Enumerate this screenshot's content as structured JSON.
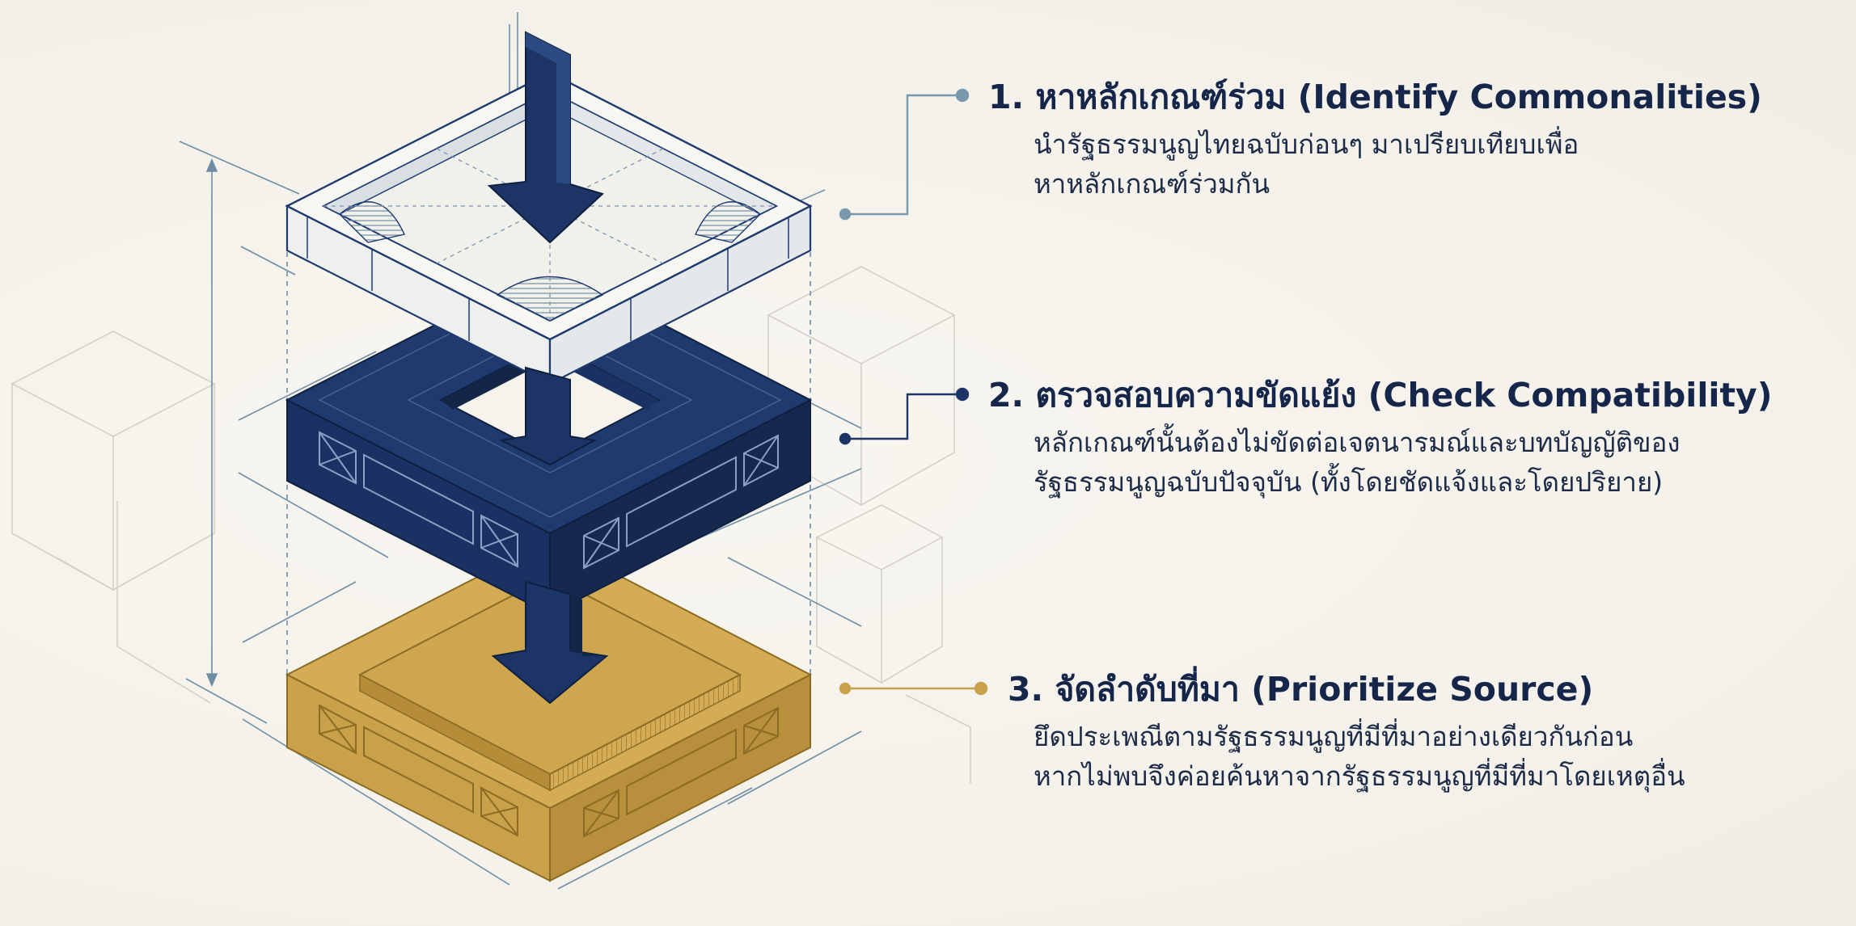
{
  "steps": [
    {
      "title": "1. หาหลักเกณฑ์ร่วม (Identify Commonalities)",
      "description": [
        "นำรัฐธรรมนูญไทยฉบับก่อนๆ มาเปรียบเทียบเพื่อ",
        "หาหลักเกณฑ์ร่วมกัน"
      ],
      "accent": "#7a98ab"
    },
    {
      "title": "2. ตรวจสอบความขัดแย้ง (Check Compatibility)",
      "description": [
        "หลักเกณฑ์นั้นต้องไม่ขัดต่อเจตนารมณ์และบทบัญญัติของ",
        "รัฐธรรมนูญฉบับปัจจุบัน (ทั้งโดยชัดแจ้งและโดยปริยาย)"
      ],
      "accent": "#1c3566"
    },
    {
      "title": "3. จัดลำดับที่มา (Prioritize Source)",
      "description": [
        "ยึดประเพณีตามรัฐธรรมนูญที่มีที่มาอย่างเดียวกันก่อน",
        "หากไม่พบจึงค่อยค้นหาจากรัฐธรรมนูญที่มีที่มาโดยเหตุอื่น"
      ],
      "accent": "#c9a14a"
    }
  ],
  "colors": {
    "background": "#f5f3ec",
    "navy": "#1c3566",
    "navy_dark": "#132647",
    "gold": "#c9a14a",
    "gold_light": "#d9b566",
    "blueprint_line": "#6f8ea6",
    "ghost_line": "#d2d0c8"
  },
  "icons": {
    "top_layer": "outline-frame-layer",
    "middle_layer": "navy-frame-layer",
    "bottom_layer": "gold-base-layer",
    "arrow": "down-arrow-icon"
  }
}
